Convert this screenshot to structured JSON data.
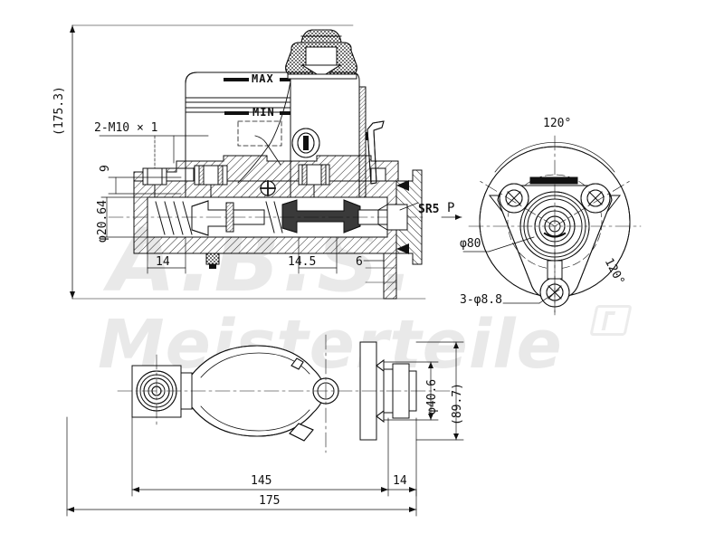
{
  "drawing": {
    "title": "Brake Master Cylinder Technical Drawing",
    "background_color": "#ffffff",
    "line_color": "#111111",
    "watermark_color": "#e9e9e9"
  },
  "watermarks": {
    "brand_primary": "A.B.S.",
    "brand_secondary": "Meisterteile",
    "logo": "abs-logo-mark"
  },
  "views": {
    "main_section": {
      "name": "longitudinal-section-view",
      "labels": {
        "max": "MAX",
        "min": "MIN"
      }
    },
    "end_view": {
      "name": "mounting-flange-end-view"
    },
    "bottom_view": {
      "name": "bottom-plan-view"
    }
  },
  "dimensions": {
    "overall_height": "(175.3)",
    "thread_note": "2-M10 × 1",
    "port_depth": "9",
    "bore_diameter": "φ20.64",
    "dim_14_left": "14",
    "dim_14_5": "14.5",
    "dim_6": "6",
    "radius_note": "SR5",
    "port_marker": "P",
    "bolt_circle": "φ80",
    "hole_note": "3-φ8.8",
    "angle_top": "120°",
    "angle_right": "120°",
    "flange_dia": "φ40.6",
    "flange_height": "(89.7)",
    "length_145": "145",
    "length_14": "14",
    "length_175": "175"
  }
}
